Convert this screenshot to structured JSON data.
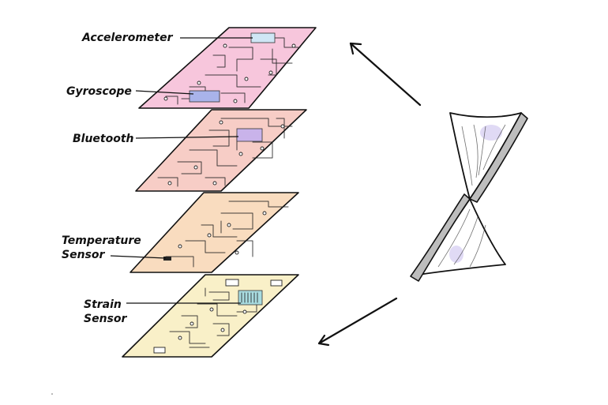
{
  "layers": [
    {
      "id": "layer-1",
      "color": "#f7c6dc",
      "labels": [
        "Accelerometer",
        "Gyroscope"
      ],
      "chip_colors": [
        "#cfe6f5",
        "#a9b3ea"
      ]
    },
    {
      "id": "layer-2",
      "color": "#f7cdc6",
      "labels": [
        "Bluetooth"
      ],
      "chip_colors": [
        "#c9b3ea"
      ]
    },
    {
      "id": "layer-3",
      "color": "#f9dcbf",
      "labels": [
        "Temperature",
        "Sensor"
      ],
      "chip_colors": [
        "#222222"
      ]
    },
    {
      "id": "layer-4",
      "color": "#f9f0c8",
      "labels": [
        "Strain",
        "Sensor"
      ],
      "chip_colors": [
        "#a9dce0"
      ]
    }
  ],
  "device": {
    "name": "twisted-strip",
    "accent": "#cfc6ef",
    "edge_color": "#bdbdbd"
  }
}
